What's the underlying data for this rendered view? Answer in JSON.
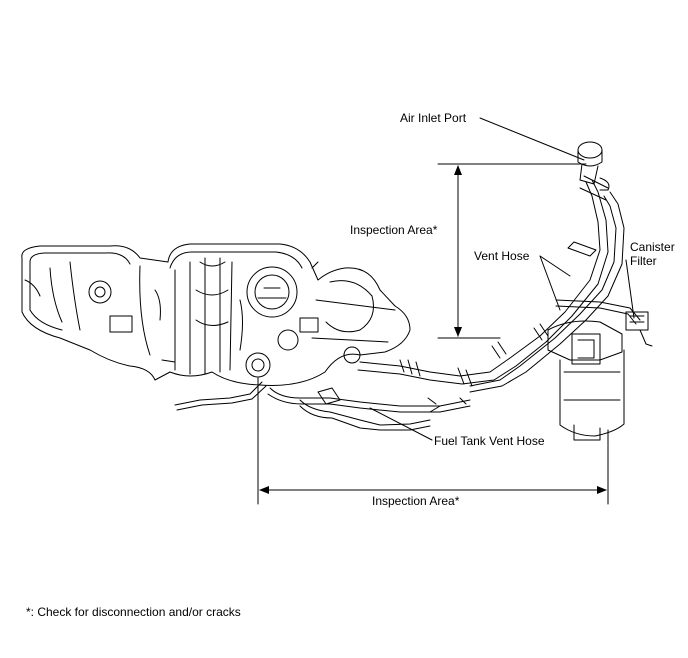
{
  "labels": {
    "air_inlet_port": "Air Inlet Port",
    "canister_filter_line1": "Canister",
    "canister_filter_line2": "Filter",
    "vent_hose": "Vent Hose",
    "inspection_area_vertical": "Inspection Area*",
    "inspection_area_horizontal": "Inspection Area*",
    "fuel_tank_vent_hose": "Fuel Tank Vent Hose"
  },
  "footnote": "*: Check for disconnection and/or cracks"
}
